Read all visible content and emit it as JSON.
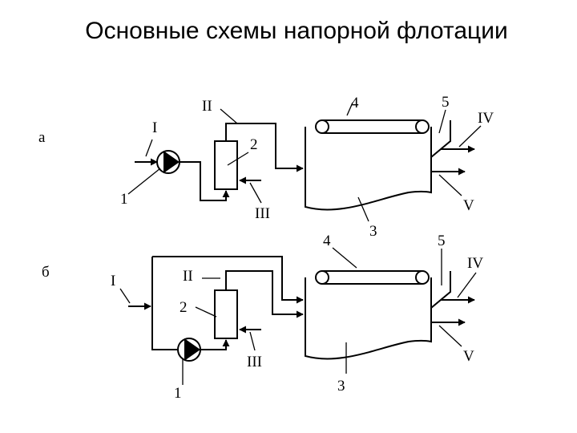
{
  "title": "Основные схемы напорной флотации",
  "variants": [
    {
      "letter": "а",
      "streams": [
        "I",
        "II",
        "III",
        "IV",
        "V"
      ],
      "equipment": [
        "1",
        "2",
        "3",
        "4",
        "5"
      ]
    },
    {
      "letter": "б",
      "streams": [
        "I",
        "II",
        "III",
        "IV",
        "V"
      ],
      "equipment": [
        "1",
        "2",
        "3",
        "4",
        "5"
      ]
    }
  ]
}
